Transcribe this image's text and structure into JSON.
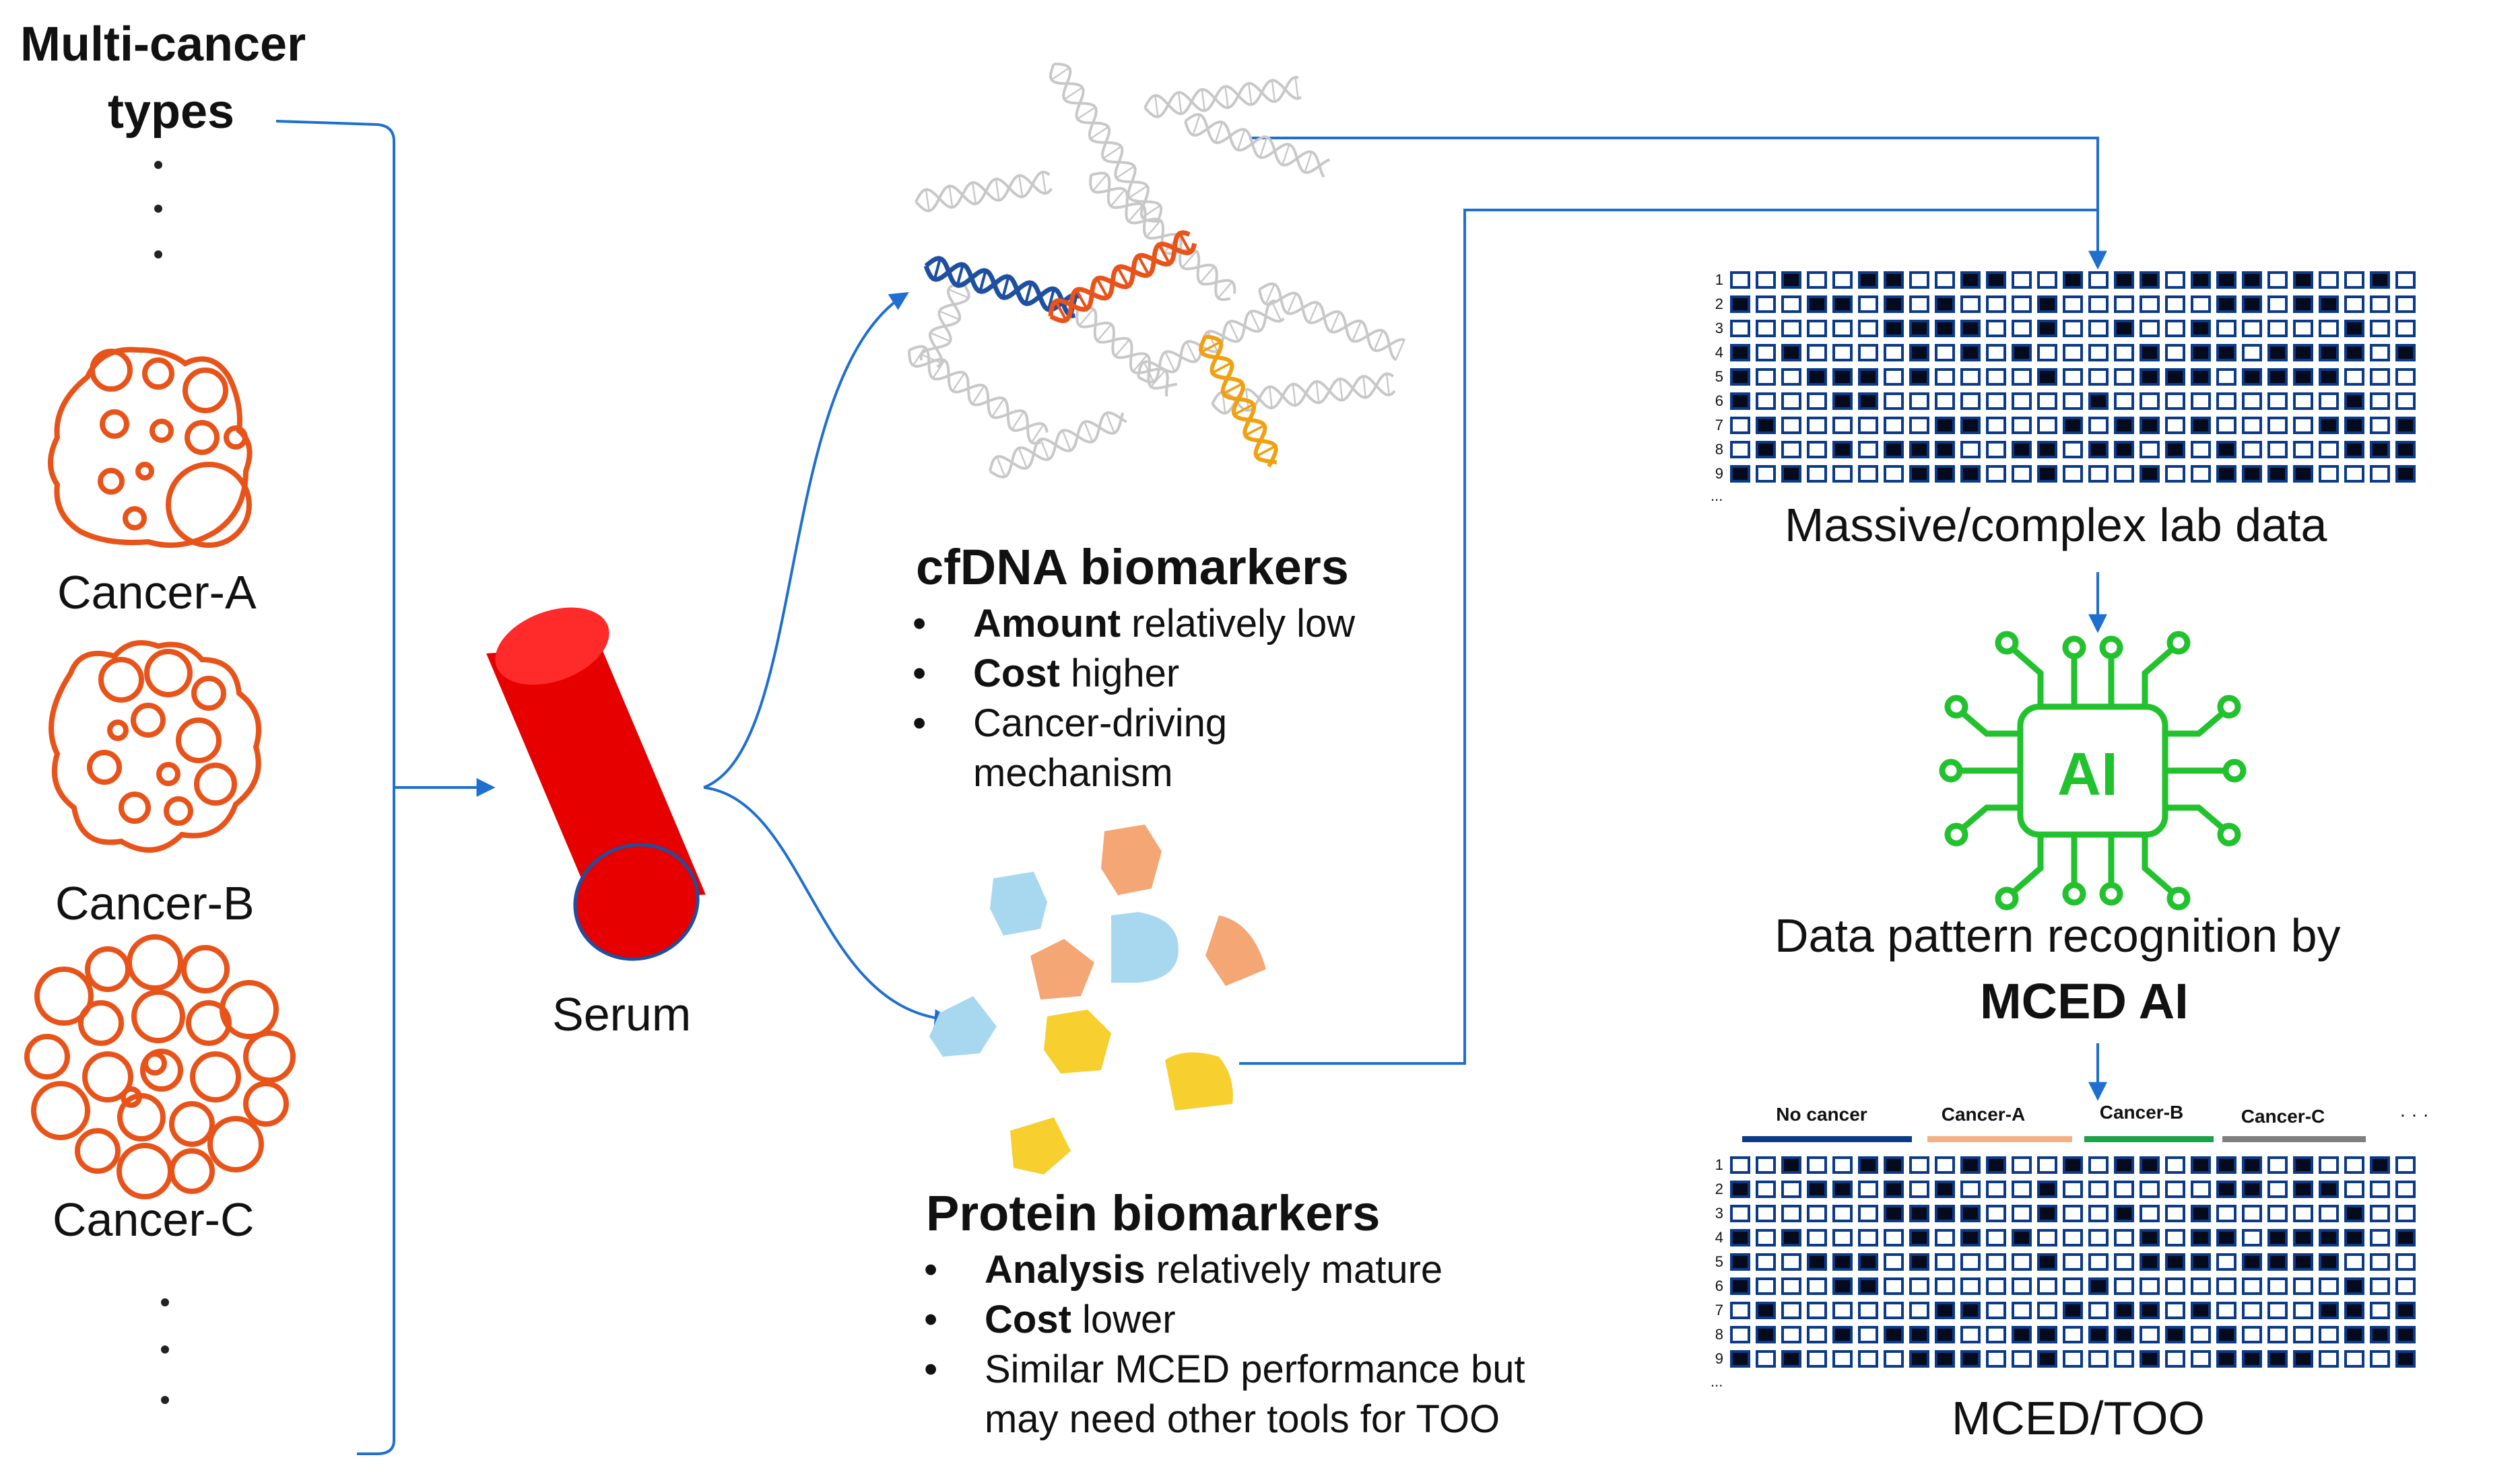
{
  "title": {
    "line1": "Multi-cancer",
    "line2": "types"
  },
  "cancers": [
    {
      "label": "Cancer-A"
    },
    {
      "label": "Cancer-B"
    },
    {
      "label": "Cancer-C"
    }
  ],
  "serum": {
    "label": "Serum"
  },
  "cfdna": {
    "title": "cfDNA biomarkers",
    "bullets": [
      {
        "bold": "Amount",
        "text": " relatively low"
      },
      {
        "bold": "Cost",
        "text": " higher"
      },
      {
        "bold": "",
        "text": "Cancer-driving"
      }
    ],
    "bullet3_cont": "mechanism"
  },
  "protein": {
    "title": "Protein biomarkers",
    "bullets": [
      {
        "bold": "Analysis",
        "text": " relatively mature"
      },
      {
        "bold": "Cost",
        "text": " lower"
      },
      {
        "bold": "",
        "text": "Similar MCED performance but"
      }
    ],
    "bullet3_cont": "may need other tools for TOO"
  },
  "labdata": {
    "caption": "Massive/complex lab data"
  },
  "ai": {
    "chip_label": "AI",
    "caption_line1": "Data pattern recognition by",
    "caption_line2": "MCED AI"
  },
  "output": {
    "caption": "MCED/TOO",
    "categories": [
      {
        "label": "No cancer",
        "color": "#0b3a88"
      },
      {
        "label": "Cancer-A",
        "color": "#f4b183"
      },
      {
        "label": "Cancer-B",
        "color": "#1aa34a"
      },
      {
        "label": "Cancer-C",
        "color": "#7f7f7f"
      }
    ],
    "more": "· · ·"
  },
  "row_numbers": [
    "1",
    "2",
    "3",
    "4",
    "5",
    "6",
    "7",
    "8",
    "9"
  ],
  "row_ellipsis": "...",
  "colors": {
    "cancer": "#e8531a",
    "arrow": "#1f6fd1",
    "serum": "#e60000",
    "ai": "#22c12e",
    "grid": "#0b3a88"
  }
}
